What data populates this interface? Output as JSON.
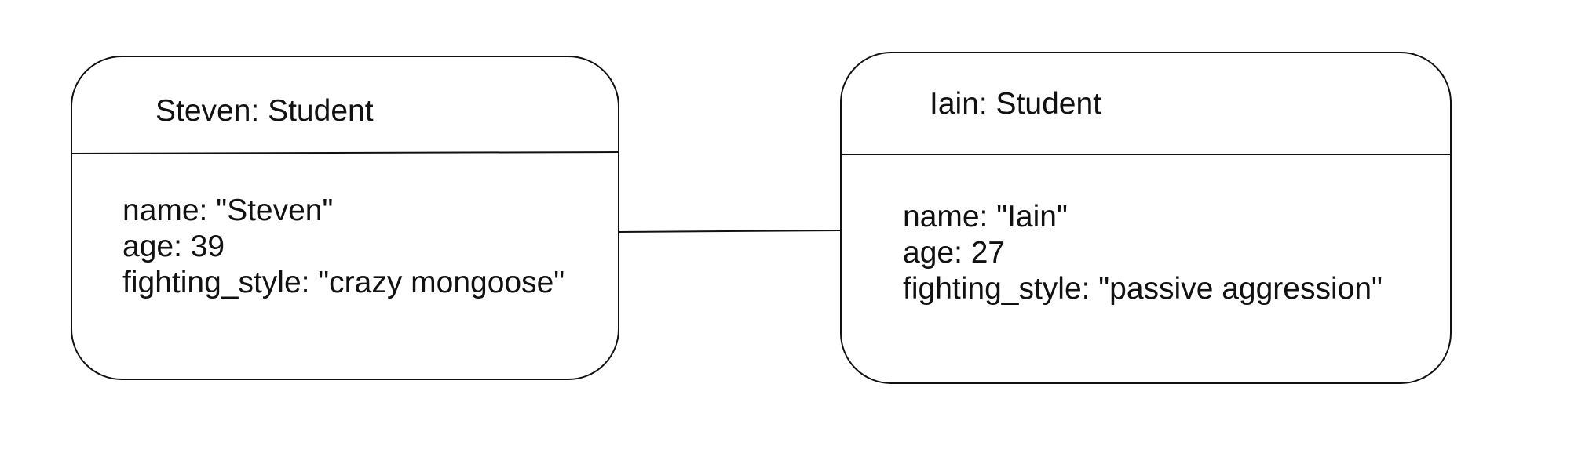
{
  "objects": [
    {
      "title": "Steven: Student",
      "attributes": [
        "name: \"Steven\"",
        "age: 39",
        "fighting_style: \"crazy mongoose\""
      ]
    },
    {
      "title": "Iain: Student",
      "attributes": [
        "name: \"Iain\"",
        "age: 27",
        "fighting_style: \"passive aggression\""
      ]
    }
  ],
  "colors": {
    "stroke": "#111111",
    "background": "#ffffff"
  }
}
